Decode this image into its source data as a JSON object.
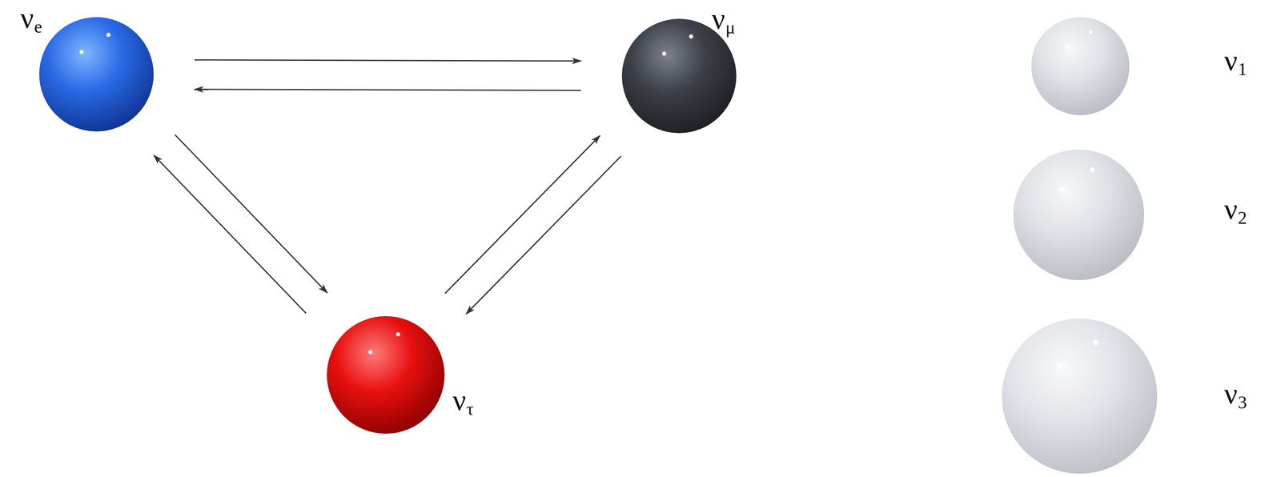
{
  "diagram": {
    "nodes": [
      {
        "text": [
          "νe"
        ]
      },
      {
        "text": [
          "νμ"
        ]
      },
      {
        "text": [
          "ντ"
        ]
      },
      {
        "text": [
          "ν1"
        ]
      },
      {
        "text": [
          "ν2"
        ]
      },
      {
        "text": [
          "ν3"
        ]
      }
    ],
    "edges": [
      {
        "from": 0,
        "to": 1,
        "arrow": "to"
      },
      {
        "from": 1,
        "to": 0,
        "arrow": "to"
      },
      {
        "from": 0,
        "to": 2,
        "arrow": "to"
      },
      {
        "from": 2,
        "to": 0,
        "arrow": "to"
      },
      {
        "from": 2,
        "to": 1,
        "arrow": "to"
      },
      {
        "from": 1,
        "to": 2,
        "arrow": "to"
      }
    ]
  }
}
